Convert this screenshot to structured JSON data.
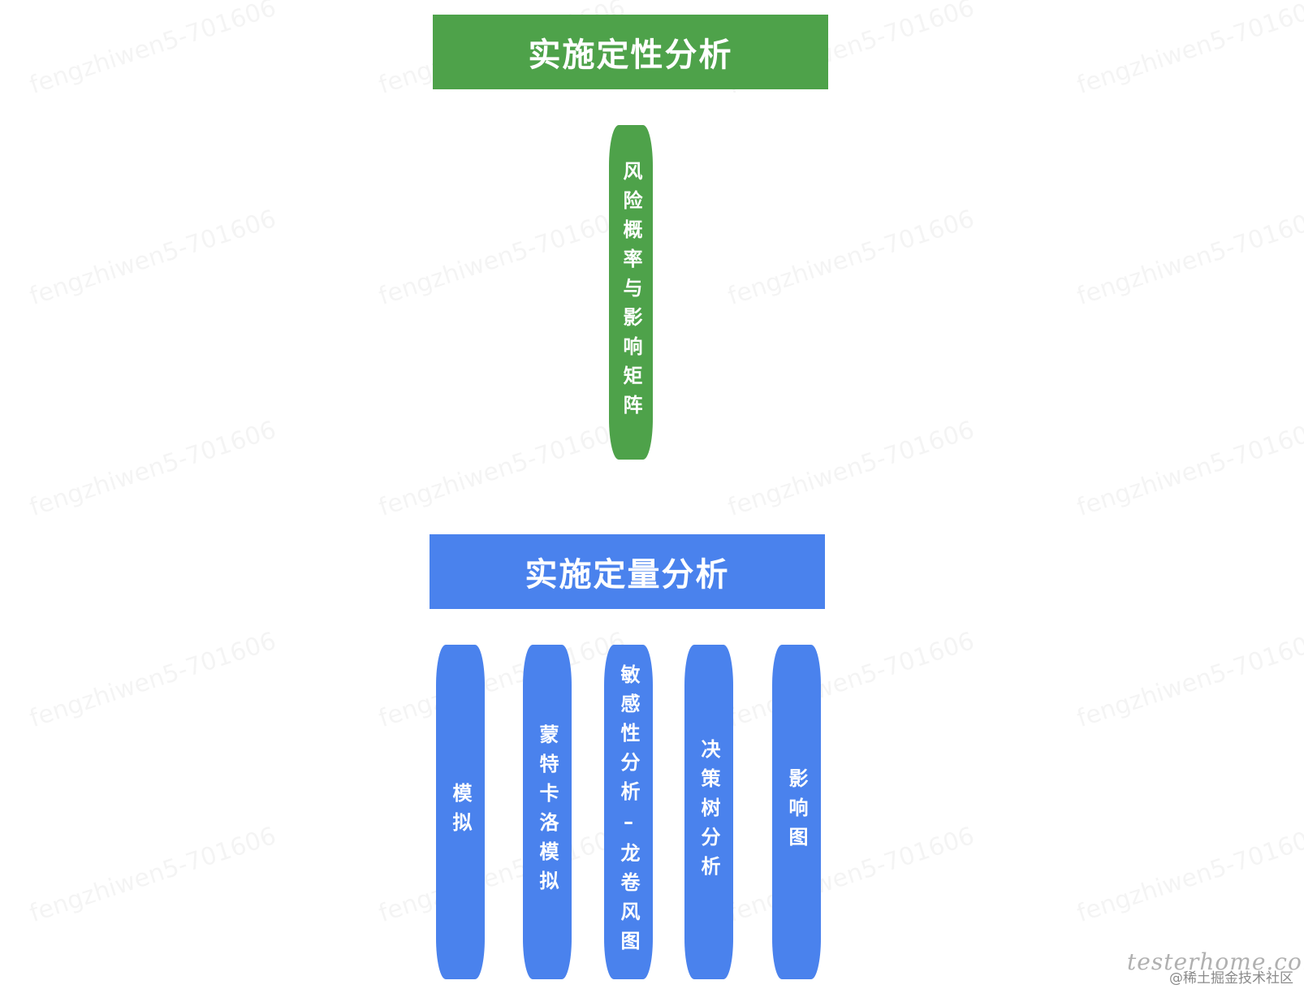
{
  "qualitative": {
    "title": "实施定性分析",
    "items": [
      "风险概率与影响矩阵"
    ]
  },
  "quantitative": {
    "title": "实施定量分析",
    "items": [
      "模拟",
      "蒙特卡洛模拟",
      "敏感性分析–龙卷风图",
      "决策树分析",
      "影响图"
    ]
  },
  "watermark": "fengzhiwen5-701606",
  "site_logo": "testerhome.com",
  "footer_credit": "@稀土掘金技术社区",
  "colors": {
    "qualitative": "#4ea24a",
    "quantitative": "#4a82ed",
    "text": "#ffffff"
  }
}
